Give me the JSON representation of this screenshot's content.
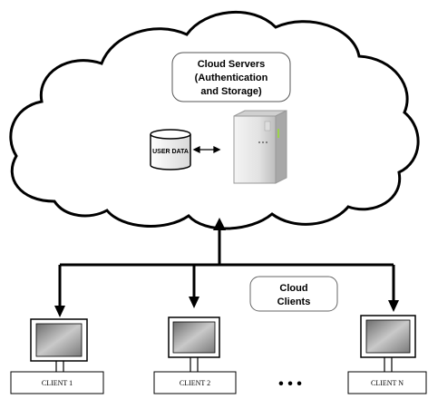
{
  "cloud_servers_box": {
    "line1": "Cloud Servers",
    "line2": "(Authentication",
    "line3": "and Storage)"
  },
  "user_data_label": "USER DATA",
  "cloud_clients_box": {
    "line1": "Cloud",
    "line2": "Clients"
  },
  "clients": [
    {
      "label": "CLIENT 1"
    },
    {
      "label": "CLIENT 2"
    },
    {
      "label": "CLIENT N"
    }
  ],
  "ellipsis": "• • •",
  "colors": {
    "line": "#000000",
    "cloud_fill": "#ffffff",
    "monitor_screen": "#8a8a8a",
    "server_body": "#e6e6e6",
    "server_light": "#9bd34a"
  }
}
